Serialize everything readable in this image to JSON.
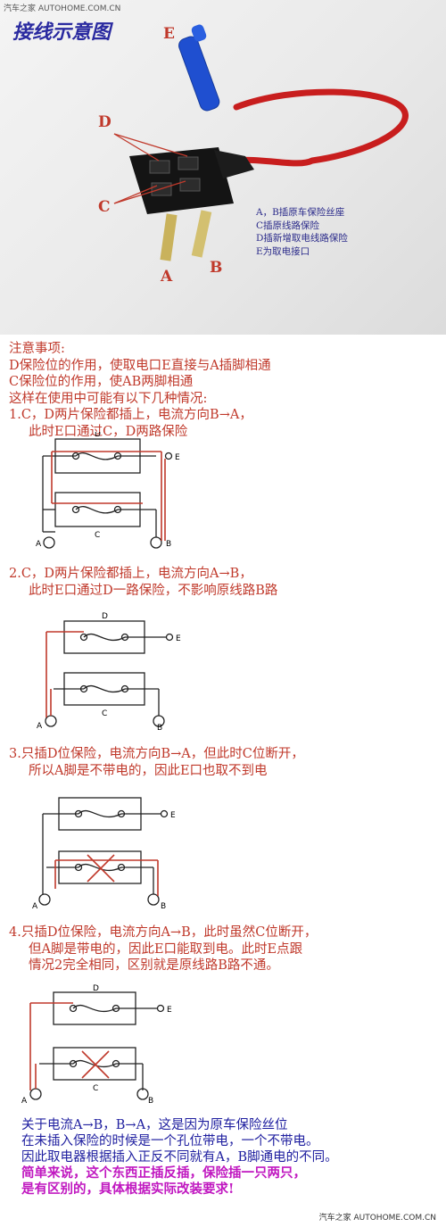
{
  "header": {
    "watermark": "汽车之家 AUTOHOME.COM.CN",
    "title": "接线示意图"
  },
  "photo_labels": {
    "e": "E",
    "d": "D",
    "c": "C",
    "a": "A",
    "b": "B"
  },
  "legend": [
    "A，B插原车保险丝座",
    "C插原线路保险",
    "D插新增取电线路保险",
    "E为取电接口"
  ],
  "notes": {
    "heading": "注意事项:",
    "lines": [
      "D保险位的作用，使取电口E直接与A插脚相通",
      "C保险位的作用，使AB两脚相通",
      "这样在使用中可能有以下几种情况:"
    ]
  },
  "cases": [
    {
      "lines": [
        "1.C，D两片保险都插上，电流方向B→A，",
        "此时E口通过C，D两路保险"
      ]
    },
    {
      "lines": [
        "2.C，D两片保险都插上，电流方向A→B，",
        "此时E口通过D一路保险，不影响原线路B路"
      ]
    },
    {
      "lines": [
        "3.只插D位保险，电流方向B→A，但此时C位断开，",
        "所以A脚是不带电的，因此E口也取不到电"
      ]
    },
    {
      "lines": [
        "4.只插D位保险，电流方向A→B，此时虽然C位断开，",
        "但A脚是带电的，因此E口能取到电。此时E点跟",
        "情况2完全相同，区别就是原线路B路不通。"
      ]
    }
  ],
  "diagram_labels": {
    "d": "D",
    "c": "C",
    "e": "E",
    "a": "A",
    "b": "B"
  },
  "footer": {
    "blue_lines": [
      "关于电流A→B，B→A，这是因为原车保险丝位",
      "在未插入保险的时候是一个孔位带电，一个不带电。",
      "因此取电器根据插入正反不同就有A，B脚通电的不同。"
    ],
    "magenta_lines": [
      "简单来说，这个东西正插反插，保险插一只两只，",
      "是有区别的，具体根据实际改装要求!"
    ],
    "watermark": "汽车之家 AUTOHOME.COM.CN"
  },
  "colors": {
    "title": "#2a2aa0",
    "red_text": "#c0392b",
    "blue_text": "#2020a0",
    "magenta_text": "#c018c0"
  }
}
